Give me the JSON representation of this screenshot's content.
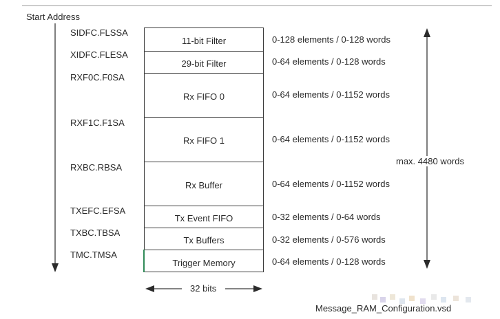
{
  "start_label": "Start Address",
  "addresses": [
    {
      "text": "SIDFC.FLSSA"
    },
    {
      "text": "XIDFC.FLESA"
    },
    {
      "text": "RXF0C.F0SA"
    },
    {
      "text": "RXF1C.F1SA"
    },
    {
      "text": "RXBC.RBSA"
    },
    {
      "text": "TXEFC.EFSA"
    },
    {
      "text": "TXBC.TBSA"
    },
    {
      "text": "TMC.TMSA"
    }
  ],
  "sections": [
    {
      "name": "11-bit Filter",
      "size": "0-128 elements / 0-128 words"
    },
    {
      "name": "29-bit Filter",
      "size": "0-64 elements / 0-128 words"
    },
    {
      "name": "Rx FIFO 0",
      "size": "0-64 elements / 0-1152 words"
    },
    {
      "name": "Rx FIFO 1",
      "size": "0-64 elements / 0-1152 words"
    },
    {
      "name": "Rx Buffer",
      "size": "0-64 elements / 0-1152 words"
    },
    {
      "name": "Tx Event FIFO",
      "size": "0-32 elements / 0-64 words"
    },
    {
      "name": "Tx Buffers",
      "size": "0-32 elements / 0-576 words"
    },
    {
      "name": "Trigger Memory",
      "size": "0-64 elements / 0-128 words"
    }
  ],
  "width_label": "32 bits",
  "max_label": "max. 4480 words",
  "caption": "Message_RAM_Configuration.vsd",
  "colors": {
    "line": "#3a3a3a",
    "text": "#2b2b2b",
    "accent": "#2f8a57"
  }
}
